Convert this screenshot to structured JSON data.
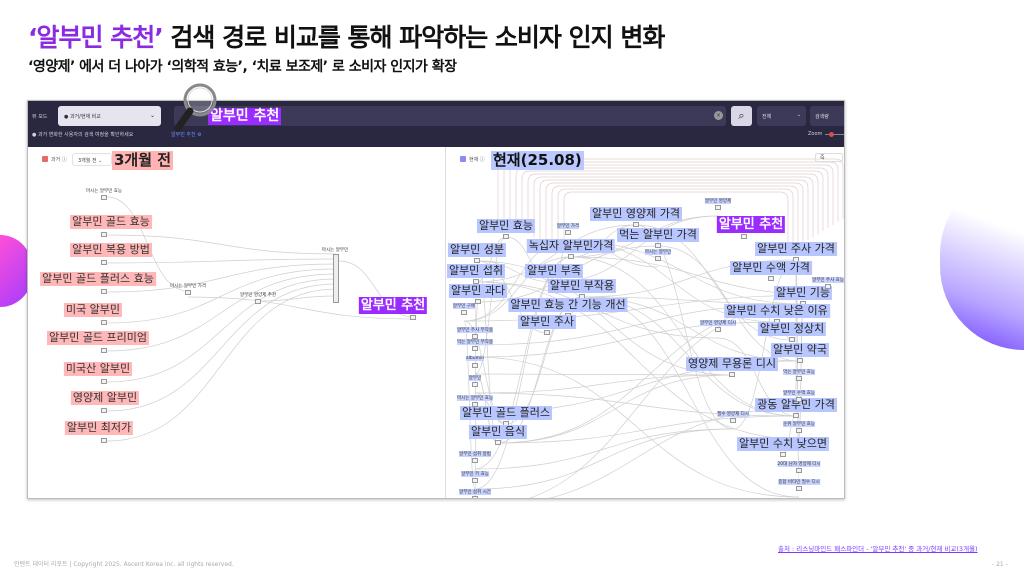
{
  "title": {
    "highlight": "‘알부민 추천’",
    "rest": " 검색 경로 비교를 통해 파악하는 소비자 인지 변화"
  },
  "subtitle": "‘영양제’ 에서 더 나아가 ‘의학적 효능’, ‘치료 보조제’ 로 소비자 인지가 확장",
  "colors": {
    "accent": "#8a2be2",
    "past": "#ffb3b3",
    "present": "#b9c8ff",
    "header": "#2a2840"
  },
  "header": {
    "view_mode_label": "뷰 모드",
    "mode_select": "과거/현재 비교",
    "search_value": "알부민 추천",
    "search_icon": "search-icon",
    "scope_select": "전체",
    "volume_button": "검색량",
    "info_text": "과거 변화한 사용자의 검색 여정을 확인하세요",
    "breadcrumb": "알부민 추천",
    "zoom_label": "Zoom"
  },
  "past": {
    "checkbox_label": "과거",
    "period_select": "3개월 전",
    "callout": "3개월 전",
    "big_labels": [
      "알부민 골드 효능",
      "알부민 복용 방법",
      "알부민 골드 플러스 효능",
      "미국 알부민",
      "알부민 골드 프리미엄",
      "미국산 알부민",
      "영양제 알부민",
      "알부민 최저가"
    ],
    "small_labels": [
      "마시는 알부민 효능",
      "마시는 알부민 가격",
      "알부민 영양제 추천",
      "마시는 알부민"
    ],
    "target": "알부민 추천"
  },
  "present": {
    "checkbox_label": "현재",
    "callout": "현재(25.08)",
    "toggle": "즉",
    "target": "알부민 추천",
    "big_labels": [
      "알부민 영양제 가격",
      "알부민 효능",
      "알부민 성분",
      "녹십자 알부민가격",
      "먹는 알부민 가격",
      "알부민 주사 가격",
      "알부민 섭취",
      "알부민 부족",
      "알부민 수액 가격",
      "알부민 부작용",
      "알부민 과다",
      "알부민 기능",
      "알부민 효능 간 기능 개선",
      "알부민 수치 낮은 이유",
      "알부민 주사",
      "알부민 정상치",
      "알부민 약국",
      "영양제 무용론 디시",
      "광동 알부민 가격",
      "알부민 골드 플러스",
      "알부민 음식",
      "알부민 수치 낮으면"
    ],
    "small_labels": [
      "먹는 알부민 부작용",
      "albumin",
      "알부민",
      "마시는 알부민 효능",
      "알부민 섭취 방법",
      "알부민 키 효능",
      "알부민 섭취 시간",
      "먹는 알부민 효능",
      "알부민 수액 효능",
      "필수 영양제 디시",
      "순위 알부민 효능",
      "20대 남자 영양제 디시",
      "종합 비타민 필수 디시",
      "알부민 영양제 디시",
      "알부민 구매",
      "알부민 주사 부작용",
      "알부민 주사 효능",
      "마시는 알부민",
      "알부민 가격",
      "알부민 영양제"
    ]
  },
  "footer": {
    "copyright": "인텐트 데이터 리포트 | Copyright 2025. Ascent Korea inc. all rights reserved.",
    "source": "출처 : 리스닝마인드 패스파인더 - '알부민 추천' 중 과거/현재 비교(3개월)",
    "page": "- 21 -"
  }
}
